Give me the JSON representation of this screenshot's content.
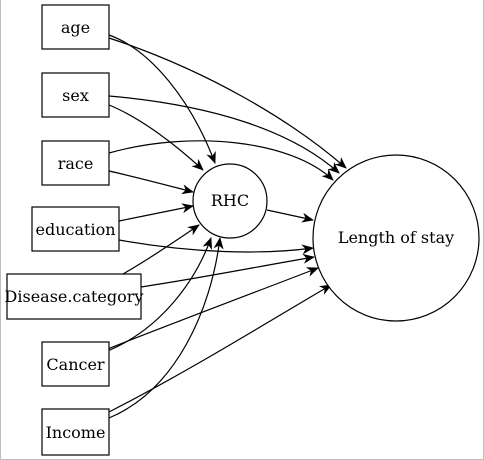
{
  "diagram": {
    "nodes": [
      {
        "id": "age",
        "label": "age"
      },
      {
        "id": "sex",
        "label": "sex"
      },
      {
        "id": "race",
        "label": "race"
      },
      {
        "id": "education",
        "label": "education"
      },
      {
        "id": "disease",
        "label": "Disease.category"
      },
      {
        "id": "cancer",
        "label": "Cancer"
      },
      {
        "id": "income",
        "label": "Income"
      },
      {
        "id": "rhc",
        "label": "RHC"
      },
      {
        "id": "los",
        "label": "Length of stay"
      }
    ],
    "edges": [
      [
        "age",
        "rhc"
      ],
      [
        "age",
        "los"
      ],
      [
        "sex",
        "rhc"
      ],
      [
        "sex",
        "los"
      ],
      [
        "race",
        "rhc"
      ],
      [
        "race",
        "los"
      ],
      [
        "education",
        "rhc"
      ],
      [
        "education",
        "los"
      ],
      [
        "disease",
        "rhc"
      ],
      [
        "disease",
        "los"
      ],
      [
        "cancer",
        "rhc"
      ],
      [
        "cancer",
        "los"
      ],
      [
        "income",
        "rhc"
      ],
      [
        "income",
        "los"
      ],
      [
        "rhc",
        "los"
      ]
    ],
    "colors": {
      "stroke": "#000000",
      "fill": "#ffffff"
    }
  }
}
